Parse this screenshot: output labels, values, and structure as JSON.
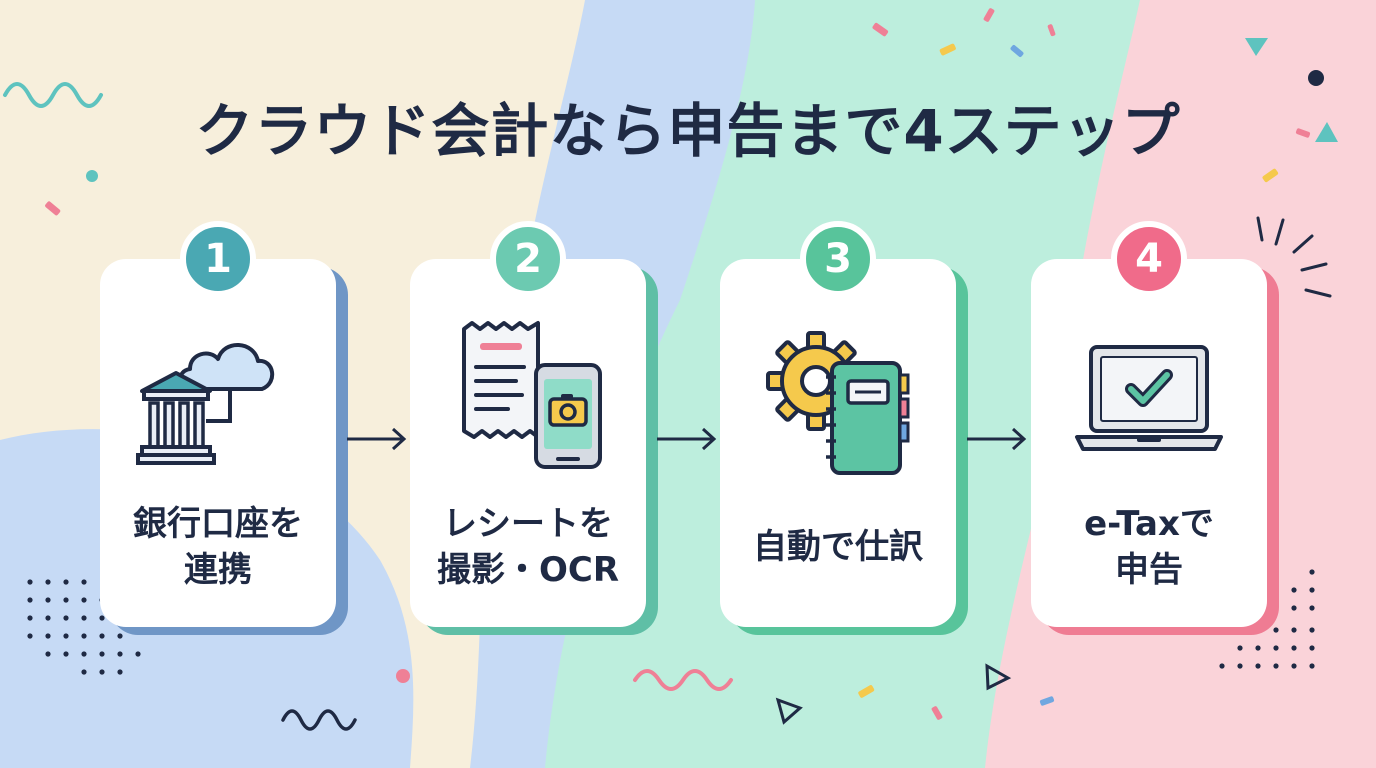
{
  "title": "クラウド会計なら申告まで4ステップ",
  "steps": [
    {
      "number": "1",
      "line1": "銀行口座を",
      "line2": "連携",
      "color": "#4aa8b3",
      "shadow": "#6f96c6",
      "icon": "bank-cloud-icon"
    },
    {
      "number": "2",
      "line1": "レシートを",
      "line2": "撮影・OCR",
      "color": "#6ccab1",
      "shadow": "#5fbfa6",
      "icon": "receipt-phone-camera-icon"
    },
    {
      "number": "3",
      "line1": "自動で仕訳",
      "line2": "",
      "color": "#58c49b",
      "shadow": "#58c49b",
      "icon": "gear-ledger-icon"
    },
    {
      "number": "4",
      "line1": "e-Taxで",
      "line2": "申告",
      "color": "#f06b8a",
      "shadow": "#ef7c93",
      "icon": "laptop-check-icon"
    }
  ],
  "colors": {
    "navy": "#1f2a44",
    "cream": "#f7efdc",
    "blue": "#c6daf5",
    "mint": "#bdeedd",
    "pink": "#fad3d9"
  }
}
